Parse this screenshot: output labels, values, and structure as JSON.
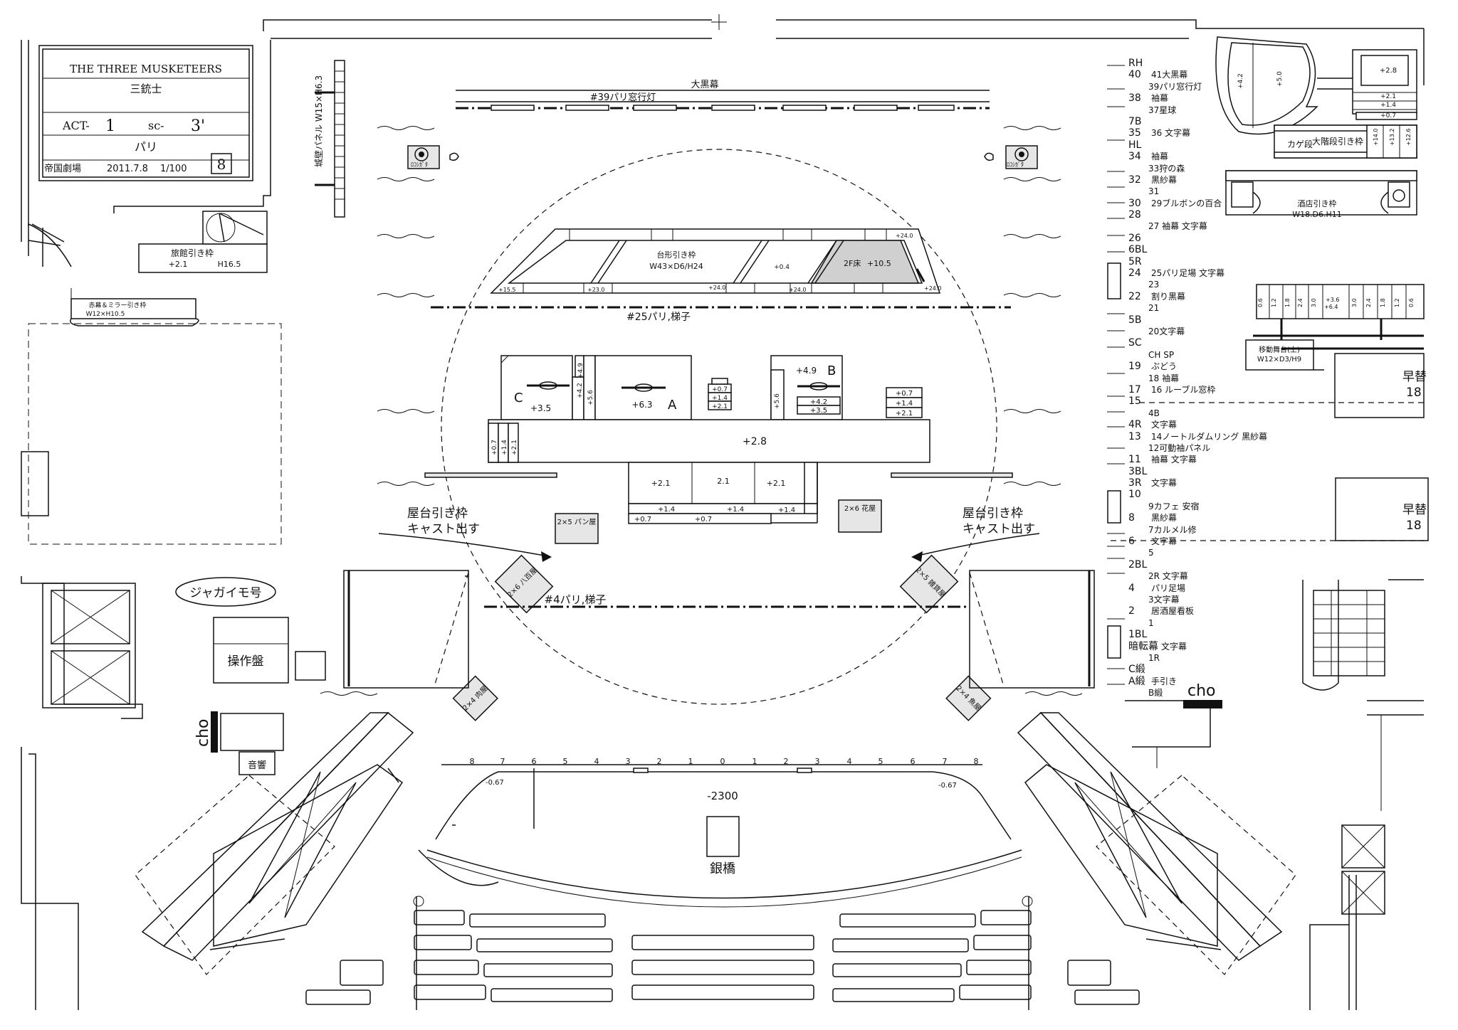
{
  "title_block": {
    "title": "THE THREE MUSKETEERS",
    "title_jp": "三銃士",
    "act_label": "ACT-",
    "act_num": "1",
    "scene_label": "sc-",
    "scene_num": "3'",
    "location": "パリ",
    "venue": "帝国劇場",
    "date": "2011.7.8",
    "scale": "1/100",
    "sheet": "8"
  },
  "top": {
    "black_curtain": "大黒幕",
    "window_light": "#39パリ窓行灯",
    "castle_panel": "城壁パネル W15×H6.3",
    "left_spot": "ﾛｺｼｶﾞﾀ",
    "right_spot": "ﾛｺｼｶﾞﾀ"
  },
  "center": {
    "platform_label": "台形引き枠",
    "platform_dims": "W43×D6/H24",
    "platform_mid": "+0.4",
    "floor_2f": "2F床",
    "floor_2f_h": "+10.5",
    "h_240_a": "+24.0",
    "h_240_b": "+24.0",
    "h_240_c": "+24.0",
    "h_240_d": "+24.0",
    "h_155": "+15.5",
    "h_230": "+23.0",
    "ladder25": "#25パリ,梯子",
    "ladder4": "#4パリ,梯子",
    "unit_c": "C",
    "unit_c_h": "+3.5",
    "unit_a": "A",
    "unit_a_h": "+6.3",
    "unit_b": "B",
    "unit_b_h": "+4.9",
    "v_42": "+4.2",
    "v_49": "+4.9",
    "v_56a": "+5.6",
    "v_56b": "+5.6",
    "st_a": [
      "+0.7",
      "+1.4",
      "+2.1"
    ],
    "st_b": [
      "+4.2",
      "+3.5"
    ],
    "st_c": [
      "+0.7",
      "+1.4",
      "+2.1"
    ],
    "st_d": [
      "+0.7",
      "+1.4",
      "+2.1"
    ],
    "main_deck": "+2.8",
    "lower": [
      "+2.1",
      "2.1",
      "+2.1"
    ],
    "lower2": [
      "+1.4",
      "+1.4",
      "+1.4"
    ],
    "lower3": [
      "+0.7",
      "+0.7"
    ],
    "pan": "2×5 パン屋",
    "flower": "2×6 花屋",
    "yatai_l1": "屋台引き枠",
    "yatai_l2": "キャスト出す",
    "yatai_r1": "屋台引き枠",
    "yatai_r2": "キャスト出す",
    "stall_l": "2×6 八百屋",
    "stall_r": "2×5 雑貨屋",
    "stall_ll": "2×4 肉屋",
    "stall_rr": "2×4 魚屋"
  },
  "left": {
    "inn": "旅館引き枠",
    "inn_h": "+2.1",
    "inn_h2": "H16.5",
    "mirror": "赤幕＆ミラー引き枠",
    "mirror_dims": "W12×H10.5",
    "potato": "ジャガイモ号",
    "panel": "操作盤",
    "cho": "cho",
    "sound": "音響"
  },
  "right": {
    "kage": "カゲ段",
    "stairs": "大階段引き枠",
    "tavern": "酒店引き枠",
    "tavern_dims": "W18.D6.H11",
    "mobile": "移動舞台(上)",
    "mobile_dims": "W12×D3/H9",
    "haya1": "早替",
    "haya1b": "18",
    "haya2": "早替",
    "haya2b": "18",
    "cho": "cho",
    "v_28": "+2.8",
    "v_21": "+2.1",
    "v_14": "+1.4",
    "v_07": "+0.7",
    "v_42": "+4.2",
    "v_50": "+5.0",
    "stair_vals": [
      "+14.0",
      "+13.2",
      "+12.6"
    ],
    "mobile_vals": [
      "0.6",
      "1.2",
      "1.8",
      "2.4",
      "3.0",
      "+3.6",
      "+6.4",
      "3.0",
      "2.4",
      "1.8",
      "1.2",
      "0.6"
    ]
  },
  "lines": [
    {
      "num": "RH",
      "label": ""
    },
    {
      "num": "40",
      "label": "41大黒幕"
    },
    {
      "num": "",
      "label": "39パリ窓行灯"
    },
    {
      "num": "38",
      "label": "袖幕"
    },
    {
      "num": "",
      "label": "37星球"
    },
    {
      "num": "7B",
      "label": ""
    },
    {
      "num": "35",
      "label": "36 文字幕"
    },
    {
      "num": "HL",
      "label": ""
    },
    {
      "num": "34",
      "label": "袖幕"
    },
    {
      "num": "",
      "label": "33狩の森"
    },
    {
      "num": "32",
      "label": "黒紗幕"
    },
    {
      "num": "",
      "label": "31"
    },
    {
      "num": "30",
      "label": "29ブルボンの百合"
    },
    {
      "num": "28",
      "label": ""
    },
    {
      "num": "",
      "label": "27 袖幕 文字幕"
    },
    {
      "num": "26",
      "label": ""
    },
    {
      "num": "6BL",
      "label": ""
    },
    {
      "num": "5R",
      "label": ""
    },
    {
      "num": "24",
      "label": "25パリ足場 文字幕"
    },
    {
      "num": "",
      "label": "23"
    },
    {
      "num": "22",
      "label": "割り黒幕"
    },
    {
      "num": "",
      "label": "21"
    },
    {
      "num": "5B",
      "label": ""
    },
    {
      "num": "",
      "label": "20文字幕"
    },
    {
      "num": "SC",
      "label": ""
    },
    {
      "num": "",
      "label": "CH SP"
    },
    {
      "num": "19",
      "label": "ぶどう"
    },
    {
      "num": "",
      "label": "18 袖幕"
    },
    {
      "num": "17",
      "label": "16 ルーブル窓枠"
    },
    {
      "num": "15",
      "label": ""
    },
    {
      "num": "",
      "label": "4B"
    },
    {
      "num": "4R",
      "label": "文字幕"
    },
    {
      "num": "13",
      "label": "14ノートルダムリング 黒紗幕"
    },
    {
      "num": "",
      "label": "12可動袖パネル"
    },
    {
      "num": "11",
      "label": "袖幕 文字幕"
    },
    {
      "num": "3BL",
      "label": ""
    },
    {
      "num": "3R",
      "label": "文字幕"
    },
    {
      "num": "10",
      "label": ""
    },
    {
      "num": "",
      "label": "9カフェ 安宿"
    },
    {
      "num": "8",
      "label": "黒紗幕"
    },
    {
      "num": "",
      "label": "7カルメル修"
    },
    {
      "num": "6",
      "label": "文字幕"
    },
    {
      "num": "",
      "label": "5"
    },
    {
      "num": "2BL",
      "label": ""
    },
    {
      "num": "",
      "label": "2R 文字幕"
    },
    {
      "num": "4",
      "label": "パリ足場"
    },
    {
      "num": "",
      "label": "3文字幕"
    },
    {
      "num": "2",
      "label": "居酒屋看板"
    },
    {
      "num": "",
      "label": "1"
    },
    {
      "num": "1BL",
      "label": ""
    },
    {
      "num": "暗転幕",
      "label": "文字幕"
    },
    {
      "num": "",
      "label": "1R"
    },
    {
      "num": "C緞",
      "label": ""
    },
    {
      "num": "A緞",
      "label": "手引き"
    },
    {
      "num": "",
      "label": "B緞"
    }
  ],
  "front": {
    "marks": [
      "8",
      "7",
      "6",
      "5",
      "4",
      "3",
      "2",
      "1",
      "0",
      "1",
      "2",
      "3",
      "4",
      "5",
      "6",
      "7",
      "8"
    ],
    "pit": "-2300",
    "left_edge": "-0.67",
    "right_edge": "-0.67",
    "bridge": "銀橋"
  }
}
